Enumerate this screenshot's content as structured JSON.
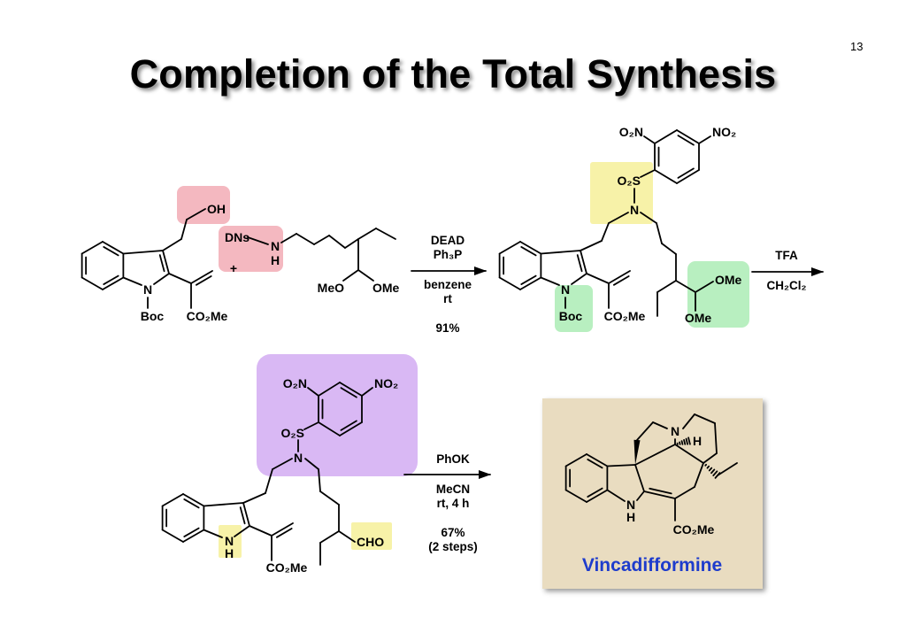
{
  "slide": {
    "title": "Completion of the Total Synthesis",
    "page_number": "13"
  },
  "colors": {
    "pink_highlight": "#f4b8c0",
    "yellow_highlight": "#f7f2a8",
    "green_highlight": "#b8efc0",
    "purple_highlight": "#d9b8f4",
    "product_name": "#1e3ccc",
    "parchment": "#e9dcc0"
  },
  "step1": {
    "start_material": {
      "oh": "OH",
      "n": "N",
      "boc": "Boc",
      "ester": "CO₂Me"
    },
    "reagent": {
      "dns": "DNs",
      "n": "N",
      "h": "H",
      "plus": "+",
      "meo": "MeO",
      "ome": "OMe"
    },
    "conditions": {
      "r1": "DEAD",
      "r2": "Ph₃P",
      "solvent": "benzene",
      "temp": "rt",
      "yield": "91%"
    }
  },
  "step2": {
    "intermediate": {
      "o2n": "O₂N",
      "no2": "NO₂",
      "o2s": "O₂S",
      "n_sulfonamide": "N",
      "n_indole": "N",
      "boc": "Boc",
      "ester": "CO₂Me",
      "ome1": "OMe",
      "ome2": "OMe"
    },
    "conditions": {
      "reagent": "TFA",
      "solvent": "CH₂Cl₂"
    }
  },
  "step3": {
    "aldehyde": {
      "o2n": "O₂N",
      "no2": "NO₂",
      "o2s": "O₂S",
      "n_sulfonamide": "N",
      "n_indole": "N",
      "h_indole": "H",
      "cho": "CHO",
      "ester": "CO₂Me"
    },
    "conditions": {
      "reagent": "PhOK",
      "solvent": "MeCN",
      "time": "rt, 4 h",
      "yield": "67%",
      "note": "(2 steps)"
    }
  },
  "product": {
    "n": "N",
    "h": "H",
    "nh_n": "N",
    "nh_h": "H",
    "ester": "CO₂Me",
    "name": "Vincadifformine"
  }
}
